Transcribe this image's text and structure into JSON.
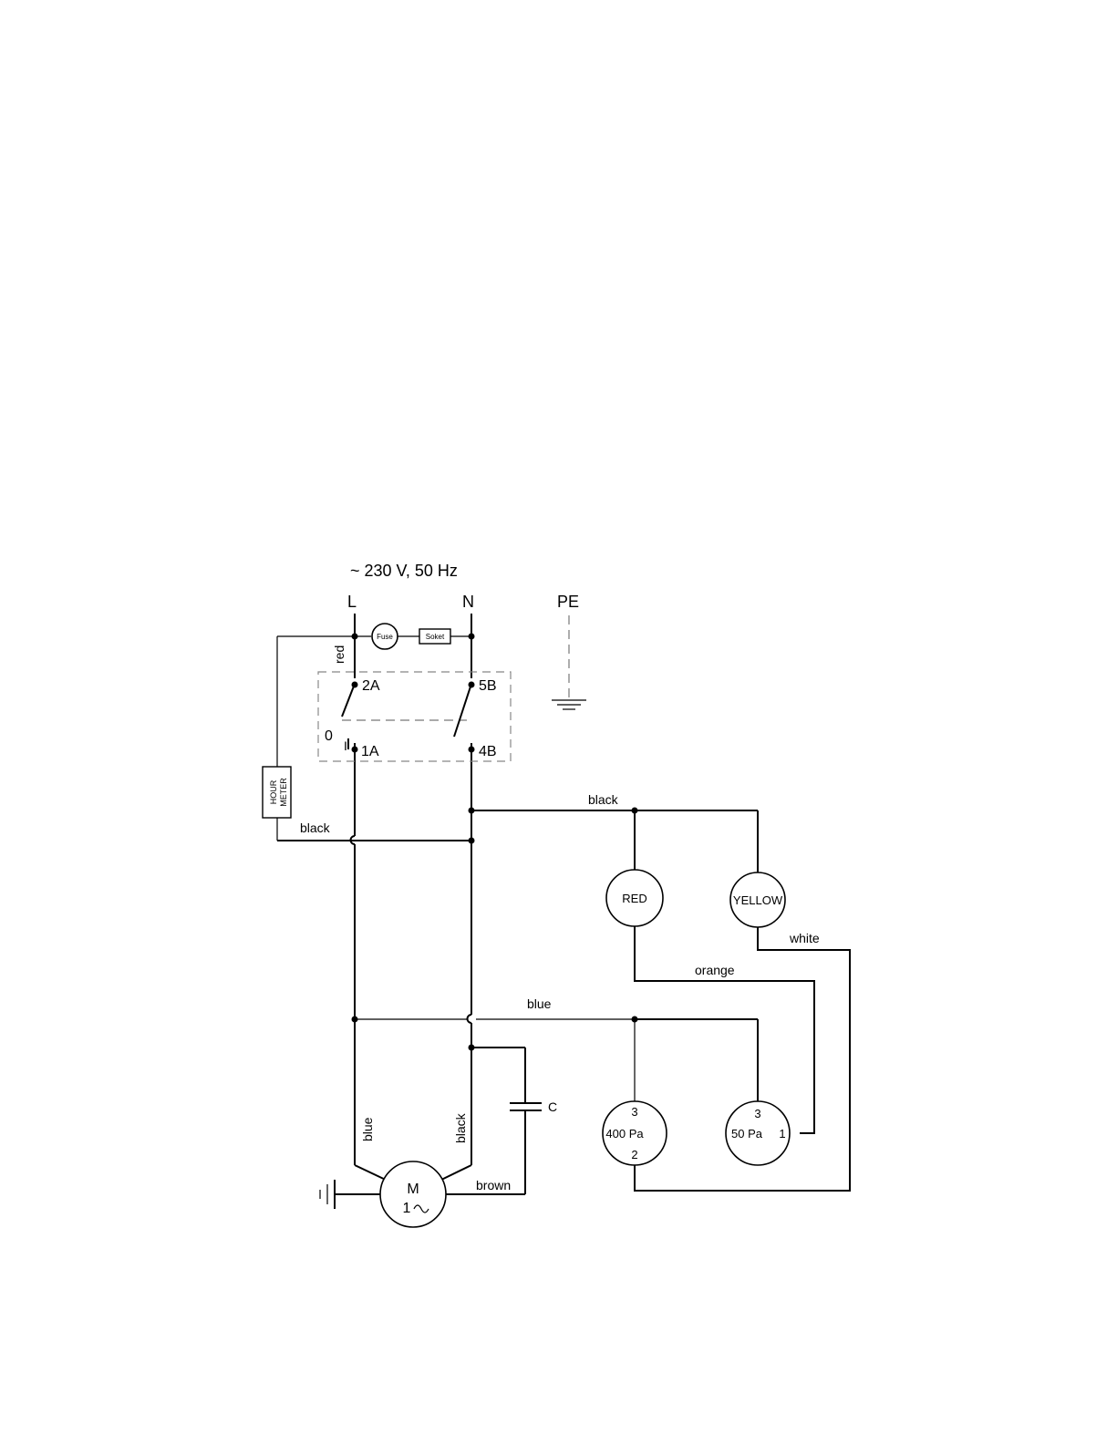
{
  "supply": {
    "label": "~ 230 V, 50 Hz"
  },
  "terminals": {
    "line": "L",
    "neutral": "N",
    "earth": "PE"
  },
  "components": {
    "fuse": "Fuse",
    "socket": "Soket",
    "hour_meter": [
      "HOUR",
      "METER"
    ],
    "lamp_red": "RED",
    "lamp_yellow": "YELLOW",
    "capacitor": "C",
    "motor": {
      "symbol": "M",
      "phase": "1",
      "ac_glyph": "~"
    },
    "sensor_400": {
      "label": "400 Pa",
      "pin_top": "3",
      "pin_bottom": "2"
    },
    "sensor_50": {
      "label": "50 Pa",
      "pin_top": "3",
      "pin_right": "1"
    }
  },
  "switch": {
    "contacts": [
      "2A",
      "5B",
      "1A",
      "4B"
    ],
    "position_off": "0",
    "position_on": "I"
  },
  "wires": {
    "red": "red",
    "black_lamps": "black",
    "black_meter": "black",
    "white": "white",
    "orange": "orange",
    "blue_bus": "blue",
    "blue_motor": "blue",
    "black_motor": "black",
    "brown": "brown"
  }
}
